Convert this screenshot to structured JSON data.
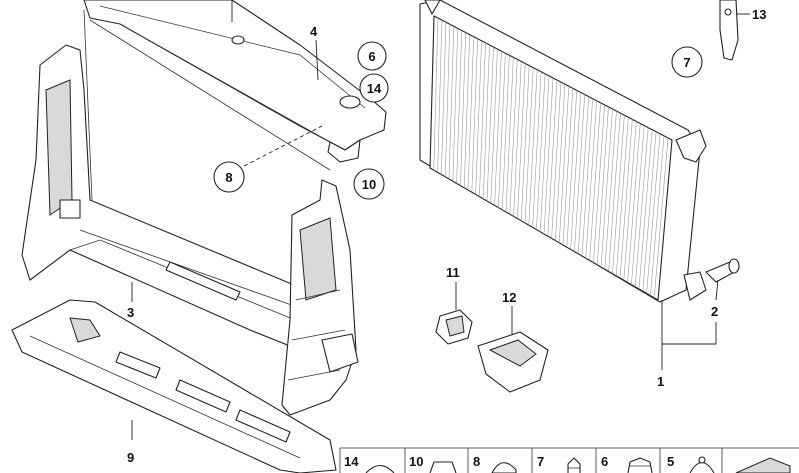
{
  "callouts": {
    "c1": "1",
    "c2": "2",
    "c3": "3",
    "c4": "4",
    "c6": "6",
    "c7": "7",
    "c8": "8",
    "c9": "9",
    "c10": "10",
    "c11": "11",
    "c12": "12",
    "c13": "13",
    "c14": "14"
  },
  "legend": {
    "items": [
      "14",
      "10",
      "8",
      "7",
      "6",
      "5"
    ]
  }
}
